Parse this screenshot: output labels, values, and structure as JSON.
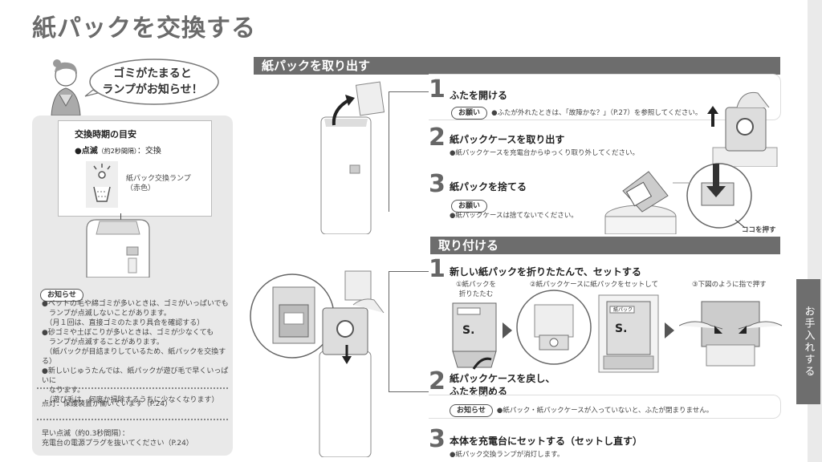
{
  "page_title": "紙パックを交換する",
  "side_tab": "お手入れする",
  "bubble": {
    "line1": "ゴミがたまると",
    "line2": "ランプがお知らせ！"
  },
  "left_panel": {
    "box_title": "交換時期の目安",
    "blink_label": "●点滅",
    "blink_interval": "（約2秒間隔）",
    "blink_action": "：交換",
    "lamp_label_1": "紙パック交換ランプ",
    "lamp_label_2": "（赤色）",
    "notice_pill": "お知らせ",
    "notices": [
      "●ペットの毛や綿ゴミが多いときは、ゴミがいっぱいでも",
      "　ランプが点滅しないことがあります。",
      "　（月１回は、直接ゴミのたまり具合を確認する）",
      "●砂ゴミや土ぼこりが多いときは、ゴミが少なくても",
      "　ランプが点滅することがあります。",
      "　（紙パックが目詰まりしているため、紙パックを交換する）",
      "●新しいじゅうたんでは、紙パックが遊び毛で早くいっぱいに",
      "　なります。",
      "　（遊び毛は、何度か掃除するうちに少なくなります）"
    ],
    "light_on": "点灯：保護装置が働いています（P.24）",
    "fast_blink_1": "早い点滅（約0.3秒間隔）：",
    "fast_blink_2": "充電台の電源プラグを抜いてください（P.24）"
  },
  "remove_section": {
    "header": "紙パックを取り出す",
    "steps": [
      {
        "num": "1",
        "title": "ふたを開ける",
        "pill": "お願い",
        "note": "●ふたが外れたときは、「故障かな？」（P.27）を参照してください。"
      },
      {
        "num": "2",
        "title": "紙パックケースを取り出す",
        "note": "●紙パックケースを充電台からゆっくり取り外してください。"
      },
      {
        "num": "3",
        "title": "紙パックを捨てる",
        "pill": "お願い",
        "note": "●紙パックケースは捨てないでください。"
      }
    ],
    "push_here": "ココを押す"
  },
  "attach_section": {
    "header": "取り付ける",
    "steps": [
      {
        "num": "1",
        "title": "新しい紙パックを折りたたんで、セットする"
      },
      {
        "num": "2",
        "title_1": "紙パックケースを戻し、",
        "title_2": "ふたを閉める",
        "pill": "お知らせ",
        "note": "●紙パック・紙パックケースが入っていないと、ふたが閉まりません。"
      },
      {
        "num": "3",
        "title": "本体を充電台にセットする（セットし直す）",
        "note": "●紙パック交換ランプが消灯します。"
      }
    ],
    "sub_captions": {
      "c1_1": "①紙パックを",
      "c1_2": "折りたたむ",
      "c2": "②紙パックケースに紙パックをセットして",
      "c3": "③下図のように指で押す"
    },
    "bag_label": "紙パック",
    "bag_mark": "S."
  }
}
